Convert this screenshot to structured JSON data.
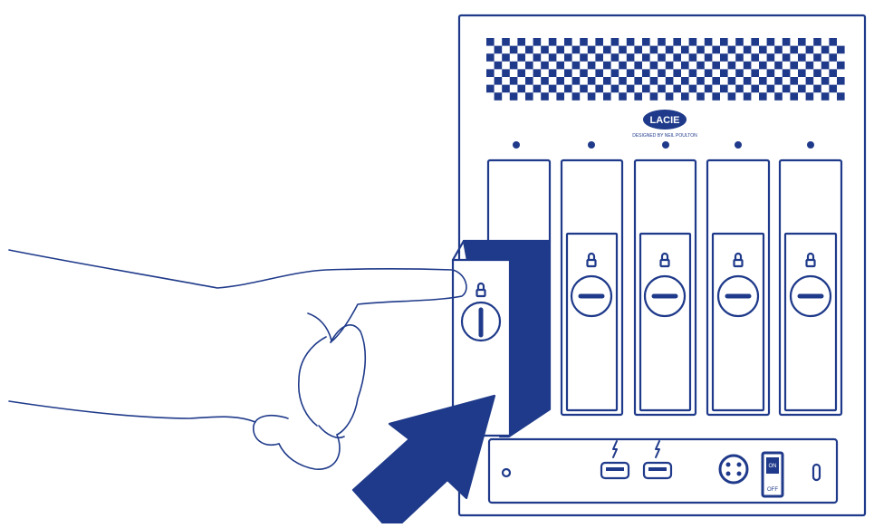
{
  "colors": {
    "line": "#1f3a8a",
    "fill": "#1f3a8a",
    "background": "#ffffff"
  },
  "device": {
    "logo_text": "LACIE",
    "tagline": "DESIGNED BY NEIL POULTON",
    "drive_bay_count": 5,
    "switch_on_label": "ON",
    "switch_off_label": "OFF"
  },
  "icons": {
    "lock": "lock-icon",
    "thunderbolt": "thunderbolt-icon",
    "arrow": "insert-arrow-icon",
    "hand": "hand-pointing-icon"
  }
}
